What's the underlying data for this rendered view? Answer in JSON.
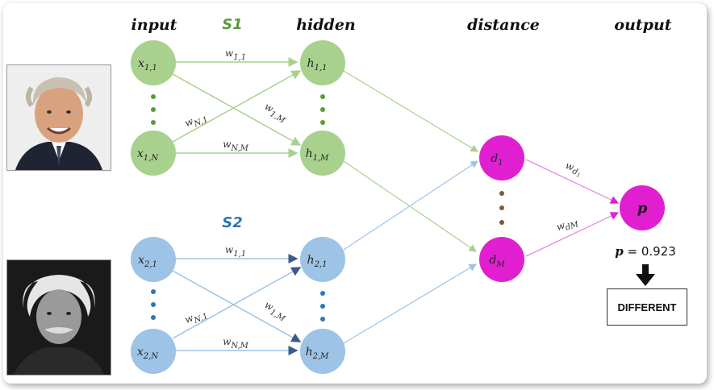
{
  "headers": {
    "input": "input",
    "hidden": "hidden",
    "distance": "distance",
    "output": "output"
  },
  "streams": {
    "s1": "S1",
    "s2": "S2"
  },
  "nodes": {
    "x11": {
      "base": "x",
      "sub": "1,1"
    },
    "x1N": {
      "base": "x",
      "sub": "1,N"
    },
    "h11": {
      "base": "h",
      "sub": "1,1"
    },
    "h1M": {
      "base": "h",
      "sub": "1,M"
    },
    "x21": {
      "base": "x",
      "sub": "2,1"
    },
    "x2N": {
      "base": "x",
      "sub": "2,N"
    },
    "h21": {
      "base": "h",
      "sub": "2,1"
    },
    "h2M": {
      "base": "h",
      "sub": "2,M"
    },
    "d1": {
      "base": "d",
      "sub": "1"
    },
    "dM": {
      "base": "d",
      "sub": "M"
    },
    "p": {
      "base": "p",
      "sub": ""
    }
  },
  "weights": {
    "w11": {
      "base": "w",
      "sub": "1,1"
    },
    "wN1": {
      "base": "w",
      "sub": "N,1"
    },
    "w1M": {
      "base": "w",
      "sub": "1,M"
    },
    "wNM": {
      "base": "w",
      "sub": "N,M"
    },
    "wd1": {
      "base": "w",
      "sub": "d",
      "subsub": "1"
    },
    "wdM": {
      "base": "w",
      "sub": "dM"
    }
  },
  "result": {
    "p_label": "p",
    "p_value": " = 0.923",
    "decision": "DIFFERENT"
  },
  "colors": {
    "green_node": "#a9d18e",
    "blue_node": "#9dc3e6",
    "magenta_node": "#e020d0",
    "green_edge": "#a9d18e",
    "blue_edge": "#9dc3e6",
    "magenta_edge": "#e88ae0",
    "dark_edge": "#3c5a8c"
  }
}
